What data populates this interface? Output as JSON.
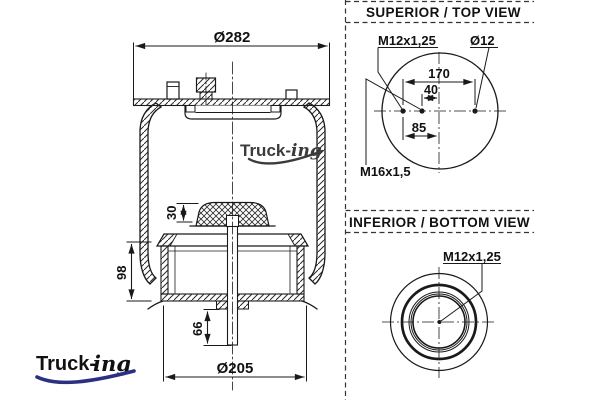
{
  "drawing": {
    "type": "air-spring technical drawing",
    "line_color": "#1a1a1a",
    "background": "#ffffff"
  },
  "branding": {
    "watermark_first": "Truck-",
    "watermark_second": "ing",
    "watermark_color": "#3b3b3b",
    "logo_first": "Truck-",
    "logo_second": "ing",
    "logo_navy": "#2b3180",
    "logo_orange": "#ee7d17"
  },
  "main_view": {
    "dim_top_diameter": "Ø282",
    "dim_bumper_height": "30",
    "dim_piston_height": "98",
    "dim_stud_length": "66",
    "dim_bottom_diameter": "Ø205"
  },
  "top_view": {
    "title": "SUPERIOR / TOP VIEW",
    "label_stud_thread": "M12x1,25",
    "label_hole_diameter": "Ø12",
    "label_air_fitting": "M16x1,5",
    "dim_stud_spacing": "170",
    "dim_fitting_offset": "40",
    "dim_stud_offset": "85"
  },
  "bottom_view": {
    "title": "INFERIOR / BOTTOM VIEW",
    "label_thread": "M12x1,25"
  }
}
